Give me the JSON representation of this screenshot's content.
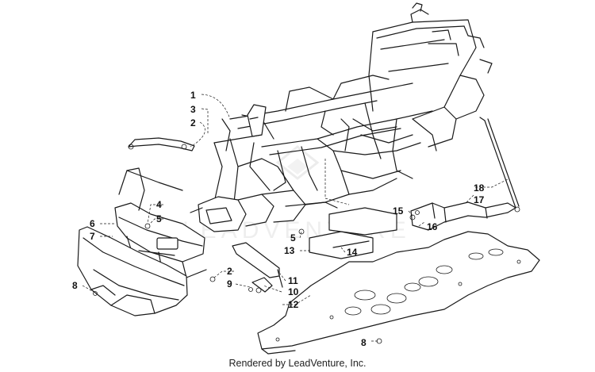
{
  "callouts": {
    "c1": "1",
    "c3": "3",
    "c2a": "2",
    "c4": "4",
    "c5a": "5",
    "c6": "6",
    "c7": "7",
    "c8a": "8",
    "c2b": "2",
    "c9": "9",
    "c11": "11",
    "c10": "10",
    "c12": "12",
    "c5b": "5",
    "c13": "13",
    "c14": "14",
    "c15": "15",
    "c16": "16",
    "c17": "17",
    "c18": "18",
    "c8b": "8"
  },
  "watermark": "LEADVENTURE",
  "credit": "Rendered by LeadVenture, Inc.",
  "colors": {
    "line": "#1a1a1a",
    "background": "#ffffff",
    "text": "#111111"
  }
}
